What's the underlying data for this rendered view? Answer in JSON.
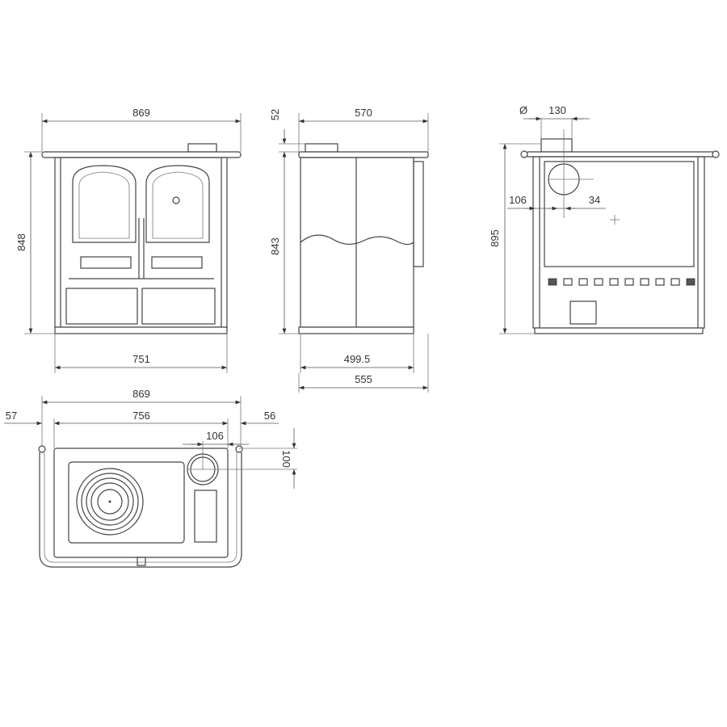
{
  "front_view": {
    "width_overall": "869",
    "height": "848",
    "width_body": "751"
  },
  "side_view": {
    "depth_top": "570",
    "flue_height": "52",
    "height": "843",
    "depth_inner": "499.5",
    "depth_body": "555"
  },
  "back_view": {
    "diameter_symbol": "Ø",
    "flue_diameter": "130",
    "height": "895",
    "flue_offset_side": "106",
    "flue_offset_inner": "34"
  },
  "top_view": {
    "width_overall": "869",
    "width_body": "756",
    "left_margin": "57",
    "right_margin": "56",
    "flue_offset": "106",
    "flue_depth": "100"
  },
  "colors": {
    "line": "#444444",
    "background": "#ffffff"
  }
}
